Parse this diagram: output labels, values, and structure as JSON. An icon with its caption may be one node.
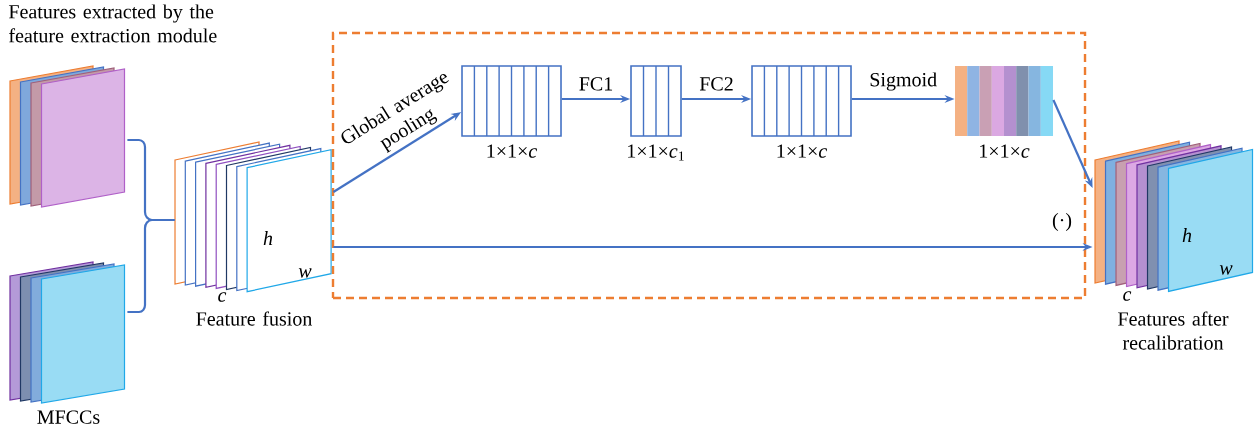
{
  "diagram": {
    "nodes": [
      {
        "text": [
          "Features extracted by the feature extraction module"
        ]
      },
      {
        "text": [
          "MFCCs"
        ]
      },
      {
        "text": [
          "h",
          "w",
          "c"
        ],
        "beside": [
          "Feature fusion"
        ]
      },
      {
        "text": [],
        "shape": "box"
      },
      {
        "text": [],
        "shape": "box",
        "in": 3,
        "beside": [
          "1×1×*c*"
        ]
      },
      {
        "text": [],
        "shape": "box",
        "in": 3,
        "beside": [
          "1×1×*c*$_{1}$"
        ]
      },
      {
        "text": [],
        "shape": "box",
        "in": 3,
        "beside": [
          "1×1×*c*"
        ]
      },
      {
        "text": [],
        "shape": "box",
        "in": 3,
        "beside": [
          "1×1×*c*"
        ]
      },
      {
        "text": [
          "h",
          "w",
          "c"
        ],
        "beside": [
          "Features after recalibration"
        ]
      }
    ],
    "edges": [
      {
        "from": 0,
        "to": 2,
        "arrow": "none"
      },
      {
        "from": 1,
        "to": 2,
        "arrow": "none"
      },
      {
        "from": 2,
        "to": 4,
        "arrow": "to",
        "label": "Global average pooling"
      },
      {
        "from": 4,
        "to": 5,
        "arrow": "to",
        "label": "FC1"
      },
      {
        "from": 5,
        "to": 6,
        "arrow": "to",
        "label": "FC2"
      },
      {
        "from": 6,
        "to": 7,
        "arrow": "to",
        "label": "Sigmoid"
      },
      {
        "from": 7,
        "to": 8,
        "arrow": "to"
      },
      {
        "from": 2,
        "to": 8,
        "arrow": "to"
      }
    ],
    "labels": [
      "(·)"
    ]
  }
}
